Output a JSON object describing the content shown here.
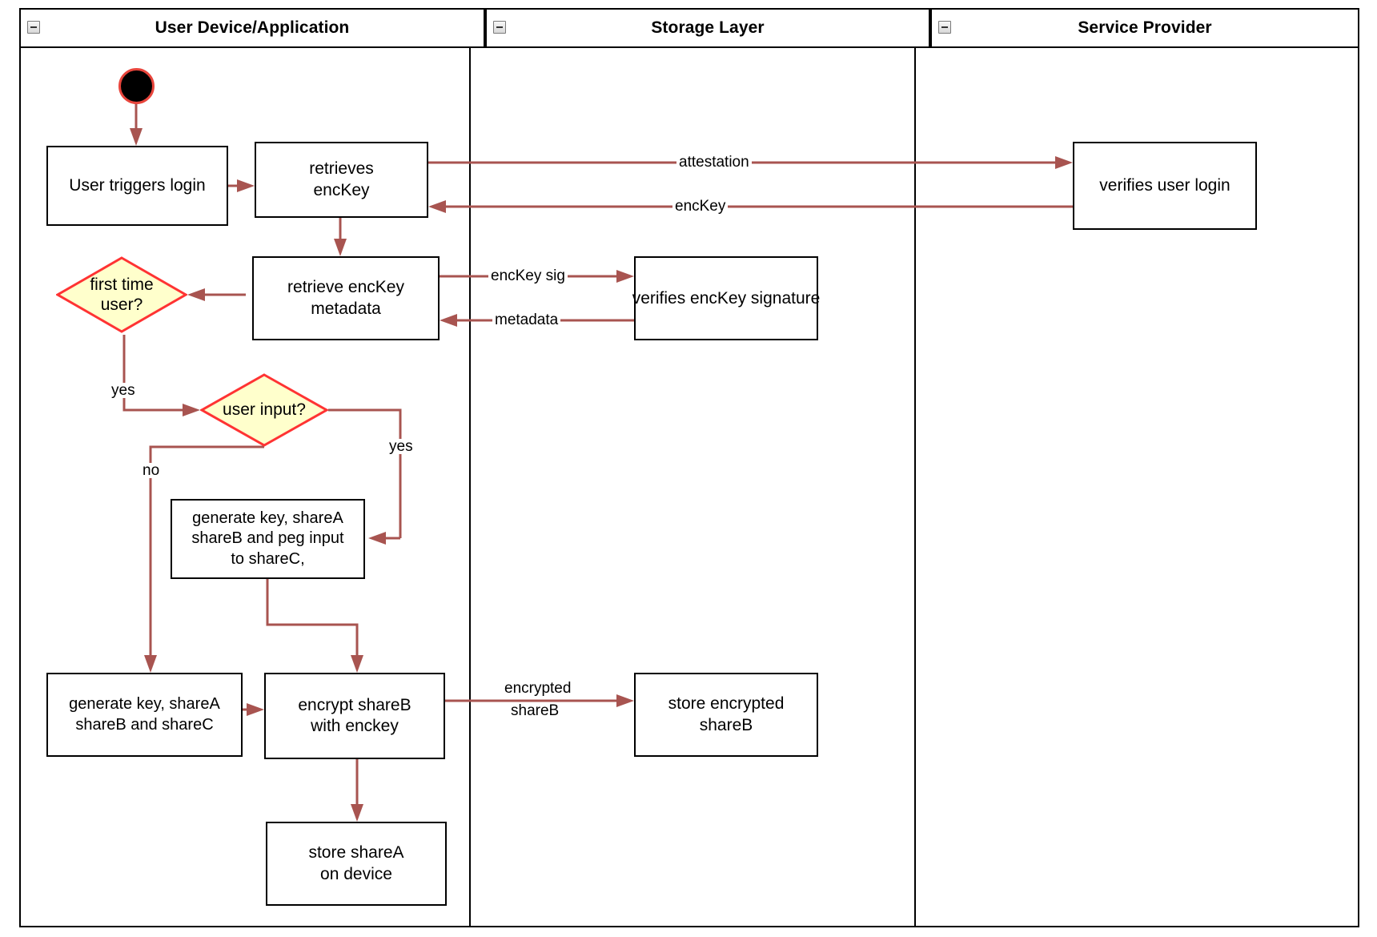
{
  "diagram": {
    "type": "uml-activity-swimlane",
    "accent_edge_color": "#a85450",
    "decision_fill": "#ffffcc",
    "decision_stroke": "#ff3333",
    "node_stroke": "#000000",
    "start_node_fill": "#000000",
    "start_node_ring": "#e8453c"
  },
  "lanes": [
    {
      "id": "user-device",
      "title": "User Device/Application",
      "collapse_icon": "minus-icon"
    },
    {
      "id": "storage-layer",
      "title": "Storage Layer",
      "collapse_icon": "minus-icon"
    },
    {
      "id": "service-provider",
      "title": "Service Provider",
      "collapse_icon": "minus-icon"
    }
  ],
  "nodes": {
    "start": {
      "label": "",
      "icon": "start-node-icon"
    },
    "user_triggers_login": {
      "label": "User triggers login"
    },
    "retrieves_enckey": {
      "line1": "retrieves",
      "line2": "encKey"
    },
    "verifies_user_login": {
      "label": "verifies user login"
    },
    "retrieve_enckey_metadata": {
      "line1": "retrieve encKey",
      "line2": "metadata"
    },
    "verifies_enckey_signature": {
      "label": "verifies encKey signature"
    },
    "first_time_user": {
      "line1": "first time",
      "line2": "user?"
    },
    "user_input": {
      "label": "user input?"
    },
    "generate_peg": {
      "line1": "generate key, shareA",
      "line2": "shareB and peg input",
      "line3": "to shareC,"
    },
    "generate_shares": {
      "line1": "generate key, shareA",
      "line2": "shareB and shareC"
    },
    "encrypt_shareb": {
      "line1": "encrypt shareB",
      "line2": "with enckey"
    },
    "store_encrypted_shareb": {
      "line1": "store encrypted",
      "line2": "shareB"
    },
    "store_sharea": {
      "line1": "store shareA",
      "line2": "on device"
    }
  },
  "edge_labels": {
    "attestation": "attestation",
    "enckey": "encKey",
    "enckey_sig": "encKey sig",
    "metadata": "metadata",
    "yes_first_time": "yes",
    "yes_user_input": "yes",
    "no_user_input": "no",
    "encrypted_line1": "encrypted",
    "encrypted_line2": "shareB"
  }
}
